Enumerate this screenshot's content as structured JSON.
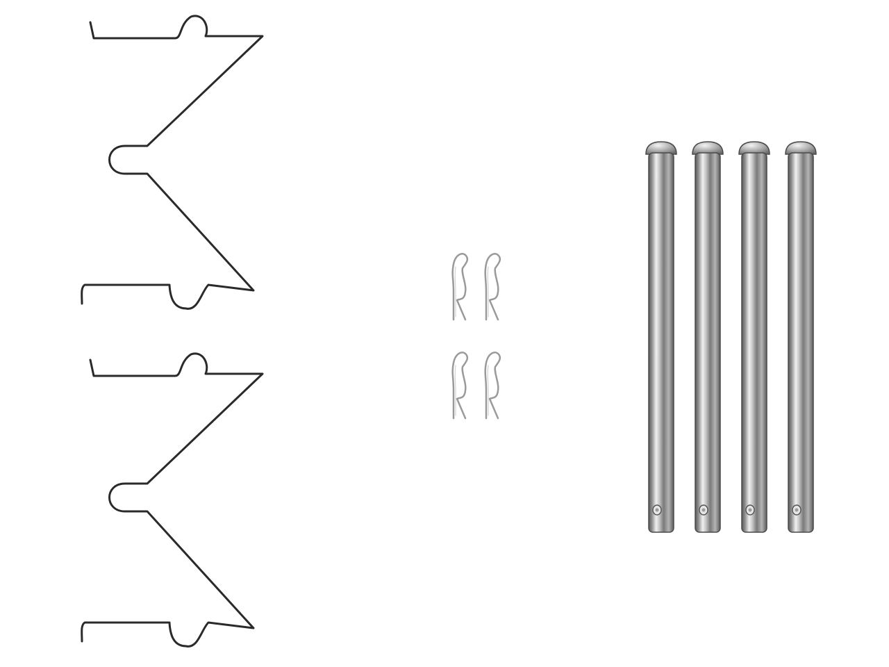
{
  "scene": {
    "background": "#ffffff",
    "items": [
      {
        "kind": "anti-rattle-spring",
        "count": 2,
        "color": "#2a2a2a"
      },
      {
        "kind": "spring-clip",
        "count": 4,
        "color": "#9a9a9a"
      },
      {
        "kind": "guide-pin",
        "count": 4,
        "color": "#8c8c8c"
      }
    ]
  }
}
